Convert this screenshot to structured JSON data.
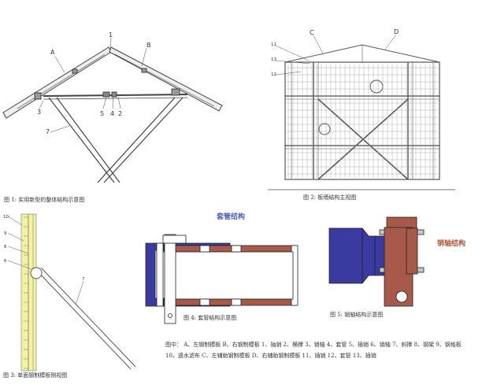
{
  "fig1": {
    "caption": "图 1: 实用新型的整体结构示意图",
    "labels": {
      "l1": "1",
      "lA": "A",
      "lB": "B",
      "l3": "3",
      "l7": "7",
      "l5": "5",
      "l4": "4",
      "l2": "2"
    }
  },
  "fig2": {
    "caption": "图 2: 板墙结构主视图",
    "labels": {
      "lC": "C",
      "lD": "D",
      "l11": "11",
      "l13": "13",
      "l12": "12"
    }
  },
  "fig3": {
    "caption": "图 3: 单面钢制模板侧视图",
    "labels": {
      "l10": "10",
      "l9": "9",
      "l8": "8",
      "l6": "6",
      "l7": "7"
    }
  },
  "fig4": {
    "title": "套管结构",
    "caption": "图 4: 套管结构示意图"
  },
  "fig5": {
    "title": "销轴结构",
    "caption": "图 5: 销轴结构示意图"
  },
  "legend": {
    "text": "图中：  A、左钢制模板    B、右钢制模板   1、抽销    2、横撑   3、销轴   4、套管   5、插销   6、销轴   7、斜撑   8、钢架   9、钢格板   10、遗水滤布   C、左辅助钢制模板   D、右辅助钢制模板   11、插销   12、套管   13、插销"
  },
  "colors": {
    "blue": "#3a3aa0",
    "brown": "#a85a4a",
    "title_blue": "#4a5fb8",
    "title_brown": "#b5543c",
    "yellow": "#f4f1a0"
  }
}
